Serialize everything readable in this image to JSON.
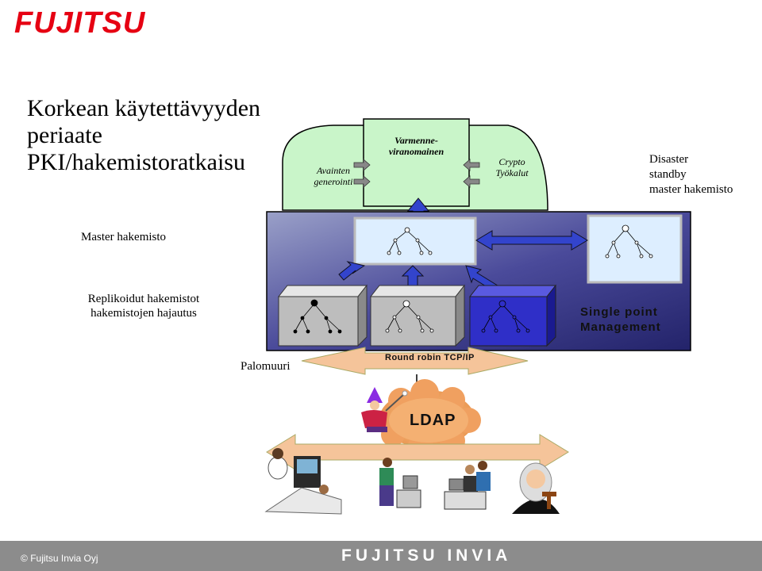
{
  "logo": "FUJITSU",
  "title": "Korkean käytettävyyden\nperiaate\nPKI/hakemistoratkaisu",
  "pki": {
    "avainten": "Avainten\ngenerointi",
    "varmenne": "Varmenne-\nviranomainen",
    "crypto": "Crypto\nTyökalut"
  },
  "labels": {
    "disaster": "Disaster\nstandby\nmaster hakemisto",
    "master": "Master hakemisto",
    "replikoidut": "Replikoidut hakemistot\nhakemistojen hajautus",
    "single_point": "Single point\nManagement",
    "palomuuri": "Palomuuri",
    "round_robin": "Round robin TCP/IP",
    "ldap": "LDAP"
  },
  "footer": {
    "copyright_symbol": "©",
    "copyright": "Fujitsu Invia Oyj",
    "brand": "FUJITSU INVIA"
  },
  "colors": {
    "logo_red": "#e60012",
    "panel_blue": "#4a4a9a",
    "arrow_blue": "#3344cc",
    "cube_gray": "#bdbdbd",
    "cube_blue": "#2f2fc8",
    "firewall_orange": "#f5c49a",
    "ldap_cloud": "#f4b072",
    "footer_gray": "#8c8c8c"
  }
}
